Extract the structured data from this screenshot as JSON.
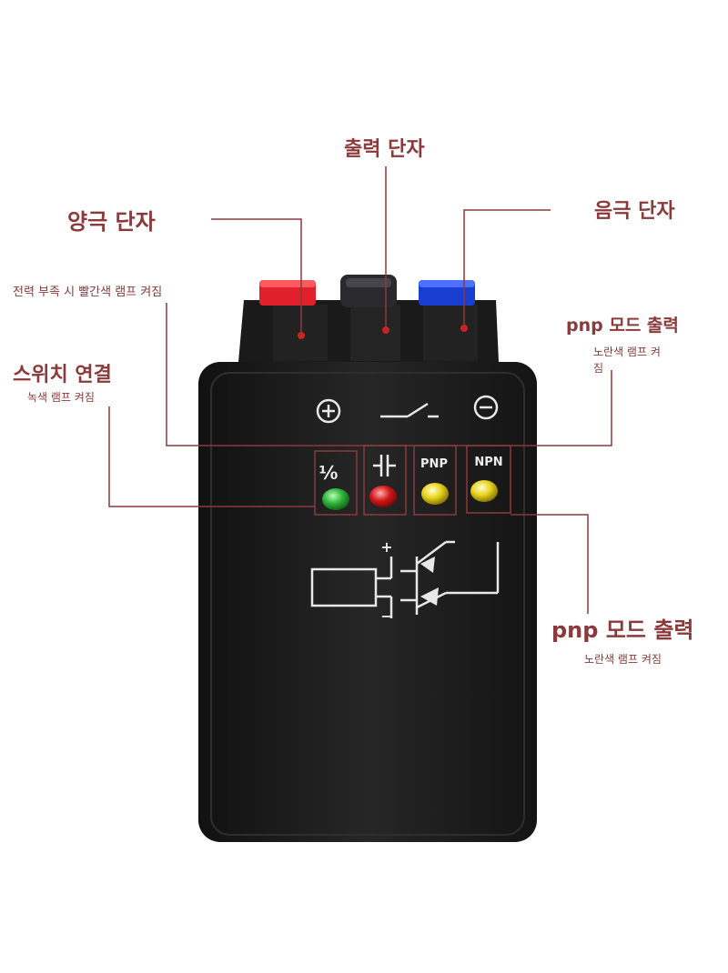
{
  "labels": {
    "output_terminal": "출력 단자",
    "positive_terminal": "양극 단자",
    "negative_terminal": "음극 단자",
    "power_low": "전력 부족 시 빨간색 램프 켜짐",
    "switch_connect": "스위치 연결",
    "switch_connect_sub": "녹색 램프 켜짐",
    "pnp_mode_top": "pnp 모드 출력",
    "pnp_mode_top_sub_1": "노란색 램프 켜",
    "pnp_mode_top_sub_2": "짐",
    "pnp_mode_bottom": "pnp 모드 출력",
    "pnp_mode_bottom_sub": "노란색 램프 켜짐"
  },
  "device": {
    "body_color": "#1c1c1c",
    "terminals": [
      {
        "name": "positive",
        "color": "#e0202a"
      },
      {
        "name": "output",
        "color": "#2a2a2e"
      },
      {
        "name": "negative",
        "color": "#1a3fd0"
      }
    ],
    "symbols": {
      "plus": "⊕",
      "minus": "⊖"
    },
    "leds": [
      {
        "label": "⅟₀",
        "color": "#2fb23a"
      },
      {
        "label": "⊣⊢",
        "color": "#d41818"
      },
      {
        "label": "PNP",
        "color": "#e6d21a"
      },
      {
        "label": "NPN",
        "color": "#e6d21a"
      }
    ],
    "schematic_plus": "+",
    "schematic_minus": "−"
  },
  "colors": {
    "annotation": "#8a3a3a"
  }
}
